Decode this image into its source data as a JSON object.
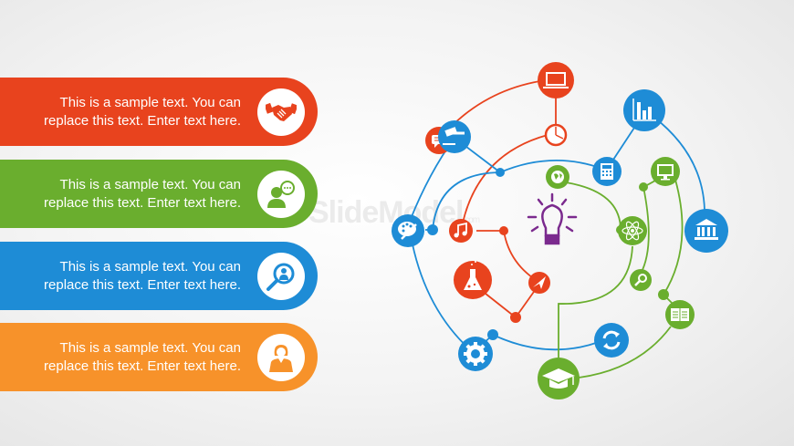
{
  "watermark": {
    "text": "SlideModel",
    "suffix": ".com"
  },
  "bands": [
    {
      "line1": "This is a sample text. You can",
      "line2": "replace this text. Enter text here.",
      "color": "#E8431E",
      "icon": "handshake-icon"
    },
    {
      "line1": "This is a sample text. You can",
      "line2": "replace this text. Enter text here.",
      "color": "#6AAE2E",
      "icon": "speaking-person-icon"
    },
    {
      "line1": "This is a sample text. You can",
      "line2": "replace this text. Enter text here.",
      "color": "#1E8CD6",
      "icon": "magnify-person-icon"
    },
    {
      "line1": "This is a sample text. You can",
      "line2": "replace this text. Enter text here.",
      "color": "#F7922A",
      "icon": "businesswoman-icon"
    }
  ],
  "colors": {
    "red": "#E8431E",
    "green": "#6AAE2E",
    "blue": "#1E8CD6",
    "orange": "#F7922A",
    "purple": "#7B2A8E"
  },
  "center_icon": "lightbulb-icon",
  "nodes": [
    {
      "icon": "laptop-icon",
      "color": "red"
    },
    {
      "icon": "pie-chart-icon",
      "color": "red"
    },
    {
      "icon": "chat-bubble-icon",
      "color": "red"
    },
    {
      "icon": "gavel-icon",
      "color": "blue"
    },
    {
      "icon": "bar-chart-icon",
      "color": "blue"
    },
    {
      "icon": "calculator-icon",
      "color": "blue"
    },
    {
      "icon": "globe-icon",
      "color": "green"
    },
    {
      "icon": "monitor-icon",
      "color": "green"
    },
    {
      "icon": "bank-icon",
      "color": "blue"
    },
    {
      "icon": "atom-icon",
      "color": "green"
    },
    {
      "icon": "palette-icon",
      "color": "blue"
    },
    {
      "icon": "music-icon",
      "color": "red"
    },
    {
      "icon": "flask-icon",
      "color": "red"
    },
    {
      "icon": "paper-plane-icon",
      "color": "red"
    },
    {
      "icon": "search-icon",
      "color": "green"
    },
    {
      "icon": "book-icon",
      "color": "green"
    },
    {
      "icon": "gear-icon",
      "color": "blue"
    },
    {
      "icon": "refresh-icon",
      "color": "blue"
    },
    {
      "icon": "graduation-cap-icon",
      "color": "green"
    }
  ]
}
